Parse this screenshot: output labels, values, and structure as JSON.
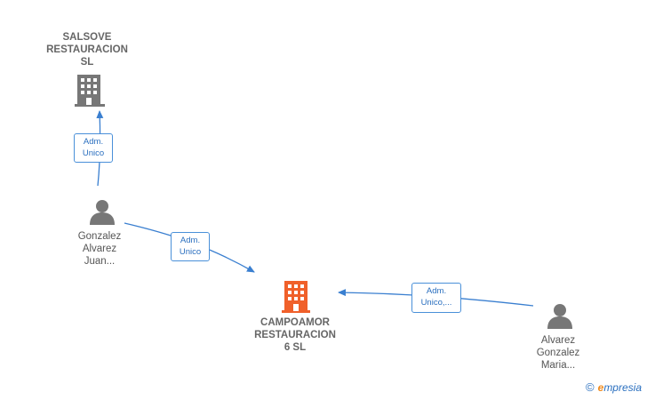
{
  "nodes": {
    "salsove": {
      "label": "SALSOVE\nRESTAURACION\nSL",
      "icon": "building-icon",
      "color": "#777777"
    },
    "campoamor": {
      "label": "CAMPOAMOR\nRESTAURACION\n6  SL",
      "icon": "building-icon",
      "color": "#f0602a"
    },
    "gonzalez": {
      "label": "Gonzalez\nAlvarez\nJuan...",
      "icon": "person-icon",
      "color": "#777777"
    },
    "alvarez": {
      "label": "Alvarez\nGonzalez\nMaria...",
      "icon": "person-icon",
      "color": "#777777"
    }
  },
  "edges": [
    {
      "from": "gonzalez",
      "to": "salsove",
      "label": "Adm.\nUnico"
    },
    {
      "from": "gonzalez",
      "to": "campoamor",
      "label": "Adm.\nUnico"
    },
    {
      "from": "alvarez",
      "to": "campoamor",
      "label": "Adm.\nUnico,..."
    }
  ],
  "brand": {
    "copyright": "©",
    "first_letter": "e",
    "rest": "mpresia"
  },
  "colors": {
    "edge": "#3a7fd0",
    "badge_border": "#4a90d9"
  }
}
